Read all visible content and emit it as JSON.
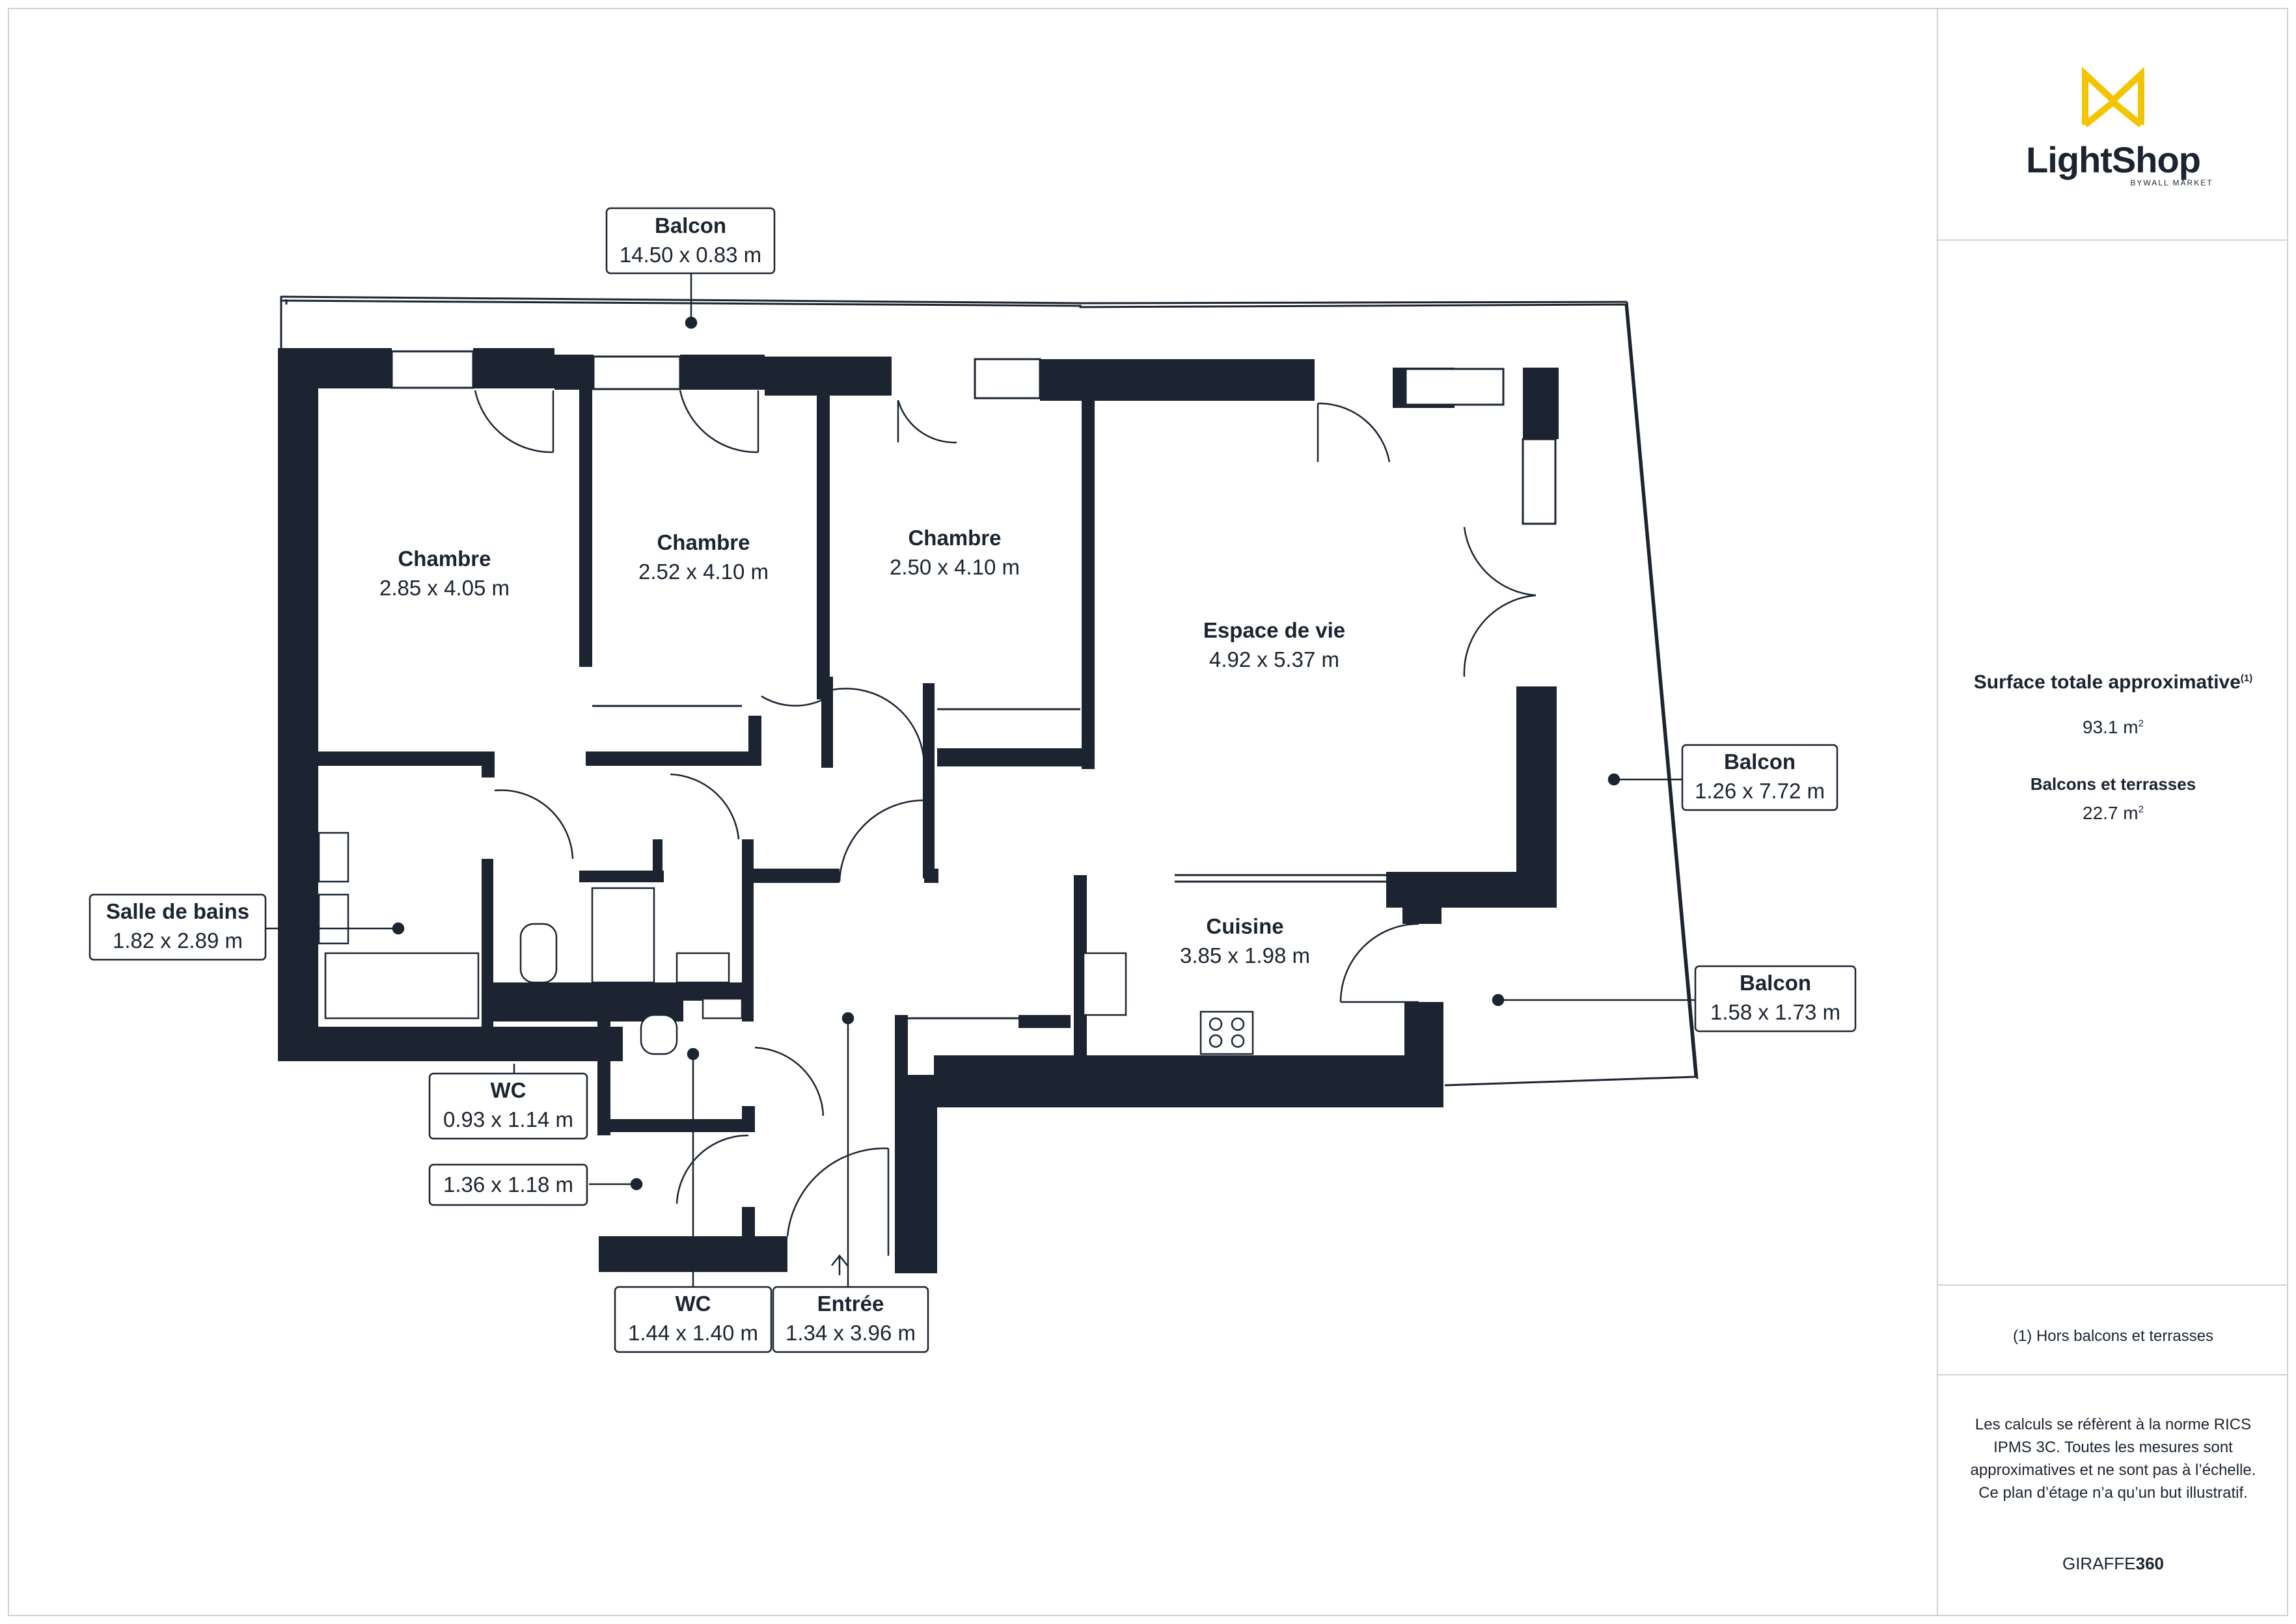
{
  "rooms": {
    "balcon_top": {
      "name": "Balcon",
      "dim": "14.50 x 0.83 m"
    },
    "chambre_1": {
      "name": "Chambre",
      "dim": "2.85 x 4.05 m"
    },
    "chambre_2": {
      "name": "Chambre",
      "dim": "2.52 x 4.10 m"
    },
    "chambre_3": {
      "name": "Chambre",
      "dim": "2.50 x 4.10 m"
    },
    "espace_vie": {
      "name": "Espace de vie",
      "dim": "4.92 x 5.37 m"
    },
    "balcon_right": {
      "name": "Balcon",
      "dim": "1.26 x 7.72 m"
    },
    "salle_bains": {
      "name": "Salle de bains",
      "dim": "1.82 x 2.89 m"
    },
    "cuisine": {
      "name": "Cuisine",
      "dim": "3.85 x 1.98 m"
    },
    "balcon_small": {
      "name": "Balcon",
      "dim": "1.58 x 1.73 m"
    },
    "wc_1": {
      "name": "WC",
      "dim": "0.93 x 1.14 m"
    },
    "unnamed": {
      "dim": "1.36 x 1.18 m"
    },
    "wc_2": {
      "name": "WC",
      "dim": "1.44 x 1.40 m"
    },
    "entree": {
      "name": "Entrée",
      "dim": "1.34 x 3.96 m"
    }
  },
  "panel": {
    "logo_name": "LightShop",
    "logo_sub": "BYWALL MARKET",
    "total_label": "Surface totale approximative",
    "total_sup": "(1)",
    "total_value": "93.1 m",
    "balconies_label": "Balcons et terrasses",
    "balconies_value": "22.7 m",
    "footnote": "(1) Hors balcons et terrasses",
    "disclaimer": "Les calculs se réfèrent à la norme RICS IPMS 3C. Toutes les mesures sont approximatives et ne sont pas à l’échelle. Ce plan d’étage n’a qu’un but illustratif.",
    "brand_prefix": "GIRAFFE",
    "brand_suffix": "360"
  },
  "colors": {
    "wall": "#1b2430",
    "accent_yellow": "#f5c400",
    "frame": "#cfd3d8"
  }
}
